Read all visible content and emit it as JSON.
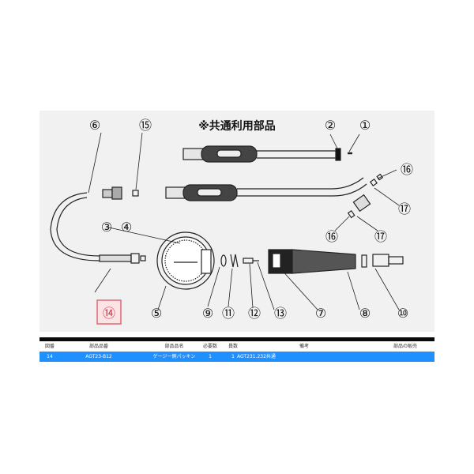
{
  "diagram": {
    "title": "※共通利用部品",
    "labels": {
      "p1": "①",
      "p2": "②",
      "p3": "③",
      "p4": "④",
      "p5": "⑤",
      "p6": "⑥",
      "p7": "⑦",
      "p8": "⑧",
      "p9": "⑨",
      "p10": "⑩",
      "p11": "⑪",
      "p12": "⑫",
      "p13": "⑬",
      "p14": "⑭",
      "p15": "⑮",
      "p16a": "⑯",
      "p16b": "⑯",
      "p17a": "⑰",
      "p17b": "⑰"
    },
    "highlight_color": "#e06070"
  },
  "table": {
    "headers": {
      "no": "図番",
      "part_no": "部品品番",
      "part_name": "部品品名",
      "qty_needed": "必要数",
      "qty_in": "員数",
      "remarks": "備考",
      "sale": "部品の販売"
    },
    "rows": [
      {
        "no": "14",
        "part_no": "AGT23-B12",
        "part_name": "ゲージー側パッキン",
        "qty_needed": "1",
        "qty_in": "1",
        "remarks": "AGT231.232共通",
        "sale": ""
      }
    ],
    "selected_color": "#1e90ff"
  }
}
